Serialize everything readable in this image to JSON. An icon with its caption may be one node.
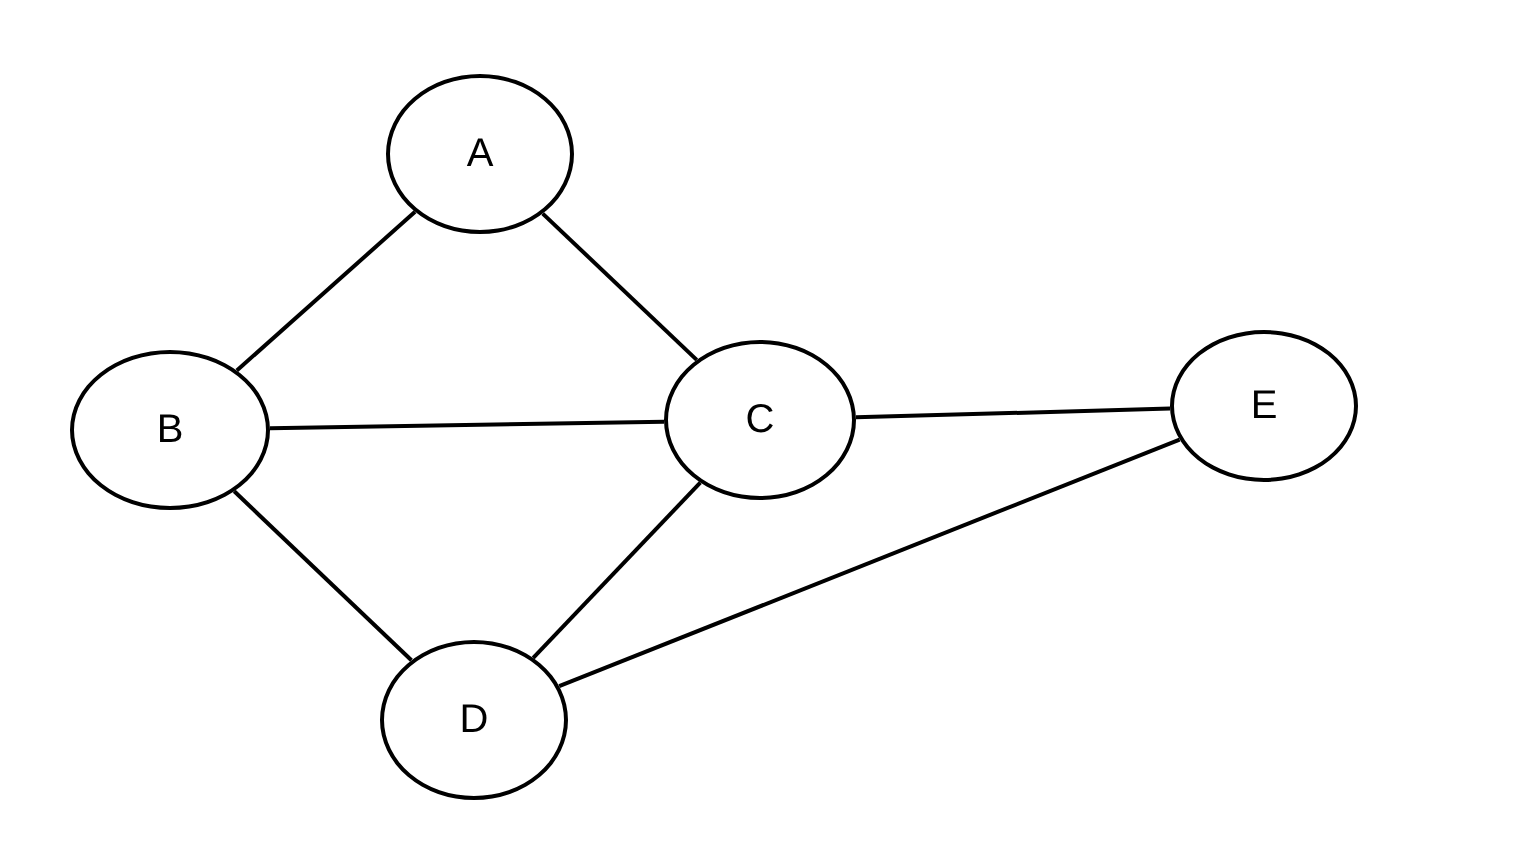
{
  "diagram": {
    "nodes": [
      {
        "text": [
          "A"
        ]
      },
      {
        "text": [
          "B"
        ]
      },
      {
        "text": [
          "C"
        ]
      },
      {
        "text": [
          "D"
        ]
      },
      {
        "text": [
          "E"
        ]
      }
    ],
    "edges": [
      {
        "from": 0,
        "to": 1,
        "arrow": "none"
      },
      {
        "from": 0,
        "to": 2,
        "arrow": "none"
      },
      {
        "from": 1,
        "to": 2,
        "arrow": "none"
      },
      {
        "from": 1,
        "to": 3,
        "arrow": "none"
      },
      {
        "from": 2,
        "to": 3,
        "arrow": "none"
      },
      {
        "from": 2,
        "to": 4,
        "arrow": "none"
      },
      {
        "from": 3,
        "to": 4,
        "arrow": "none"
      }
    ]
  }
}
